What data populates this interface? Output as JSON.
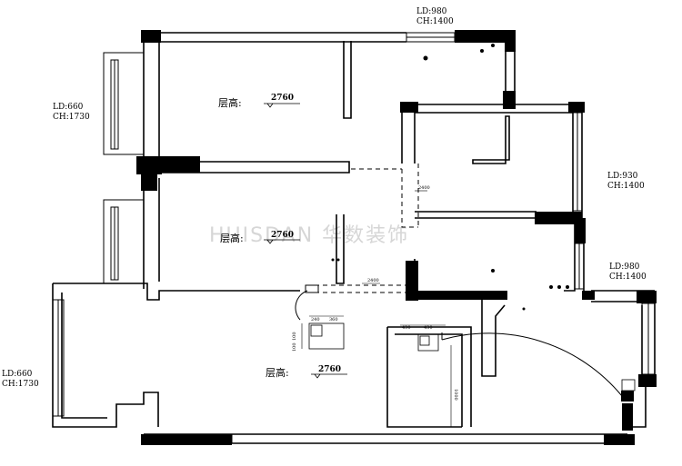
{
  "window_notes": [
    {
      "ld": "LD:980",
      "ch": "CH:1400"
    },
    {
      "ld": "LD:660",
      "ch": "CH:1730"
    },
    {
      "ld": "LD:930",
      "ch": "CH:1400"
    },
    {
      "ld": "LD:980",
      "ch": "CH:1400"
    },
    {
      "ld": "LD:660",
      "ch": "CH:1730"
    }
  ],
  "rooms": [
    {
      "label": "层高:",
      "height": "2760"
    },
    {
      "label": "层高:",
      "height": "2760"
    },
    {
      "label": "层高:",
      "height": "2760"
    }
  ],
  "dims": {
    "hall_top": "2400",
    "hall_bottom": "2400",
    "a1": "240",
    "a2": "360",
    "b1": "430",
    "b2": "430",
    "v1": "100",
    "v2": "100",
    "v3": "1000"
  },
  "watermark": "HUISDAN 华数装饰"
}
